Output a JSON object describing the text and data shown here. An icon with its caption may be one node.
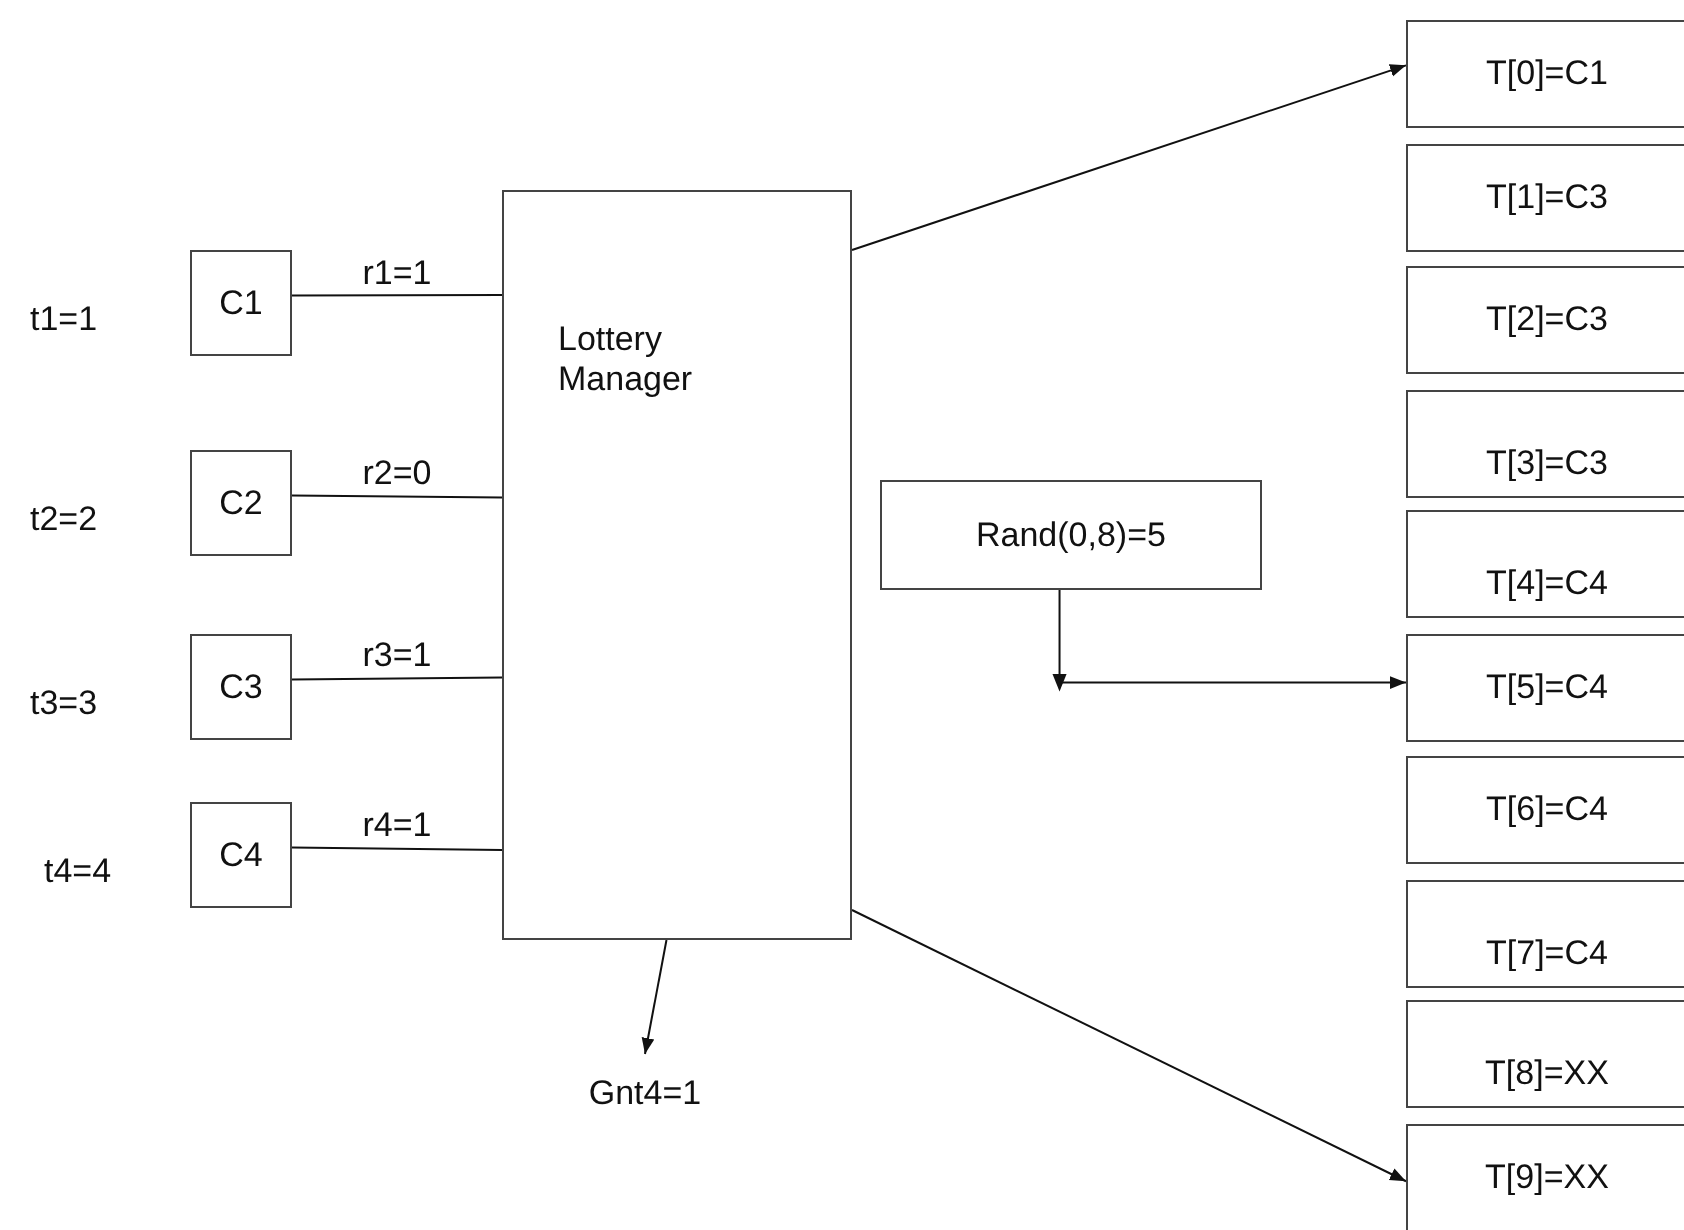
{
  "diagram": {
    "nodes": [
      {
        "text": [
          "C1"
        ],
        "beside": [
          "t1=1"
        ]
      },
      {
        "text": [
          "C2"
        ],
        "beside": [
          "t2=2"
        ]
      },
      {
        "text": [
          "C3"
        ],
        "beside": [
          "t3=3"
        ]
      },
      {
        "text": [
          "C4"
        ],
        "beside": [
          "t4=4"
        ]
      },
      {
        "text": [
          "Lottery Manager"
        ]
      },
      {
        "text": [
          "Rand(0,8)=5"
        ]
      },
      {
        "text": [
          "T[0]=C1"
        ]
      },
      {
        "text": [
          "T[1]=C3"
        ]
      },
      {
        "text": [
          "T[2]=C3"
        ]
      },
      {
        "text": [
          "T[3]=C3"
        ]
      },
      {
        "text": [
          "T[4]=C4"
        ]
      },
      {
        "text": [
          "T[5]=C4"
        ]
      },
      {
        "text": [
          "T[6]=C4"
        ]
      },
      {
        "text": [
          "T[7]=C4"
        ]
      },
      {
        "text": [
          "T[8]=XX"
        ]
      },
      {
        "text": [
          "T[9]=XX"
        ]
      },
      {
        "text": [
          "Gnt4=1"
        ]
      }
    ],
    "edges": [
      {
        "from": 0,
        "to": 4,
        "arrow": "none",
        "label": "r1=1"
      },
      {
        "from": 1,
        "to": 4,
        "arrow": "none",
        "label": "r2=0"
      },
      {
        "from": 2,
        "to": 4,
        "arrow": "none",
        "label": "r3=1"
      },
      {
        "from": 3,
        "to": 4,
        "arrow": "none",
        "label": "r4=1"
      },
      {
        "from": 4,
        "to": 6,
        "arrow": "to"
      },
      {
        "from": 4,
        "to": 15,
        "arrow": "to"
      },
      {
        "from": 4,
        "to": 16,
        "arrow": "to"
      },
      {
        "from": 5,
        "to": 11,
        "arrow": "to"
      }
    ]
  }
}
